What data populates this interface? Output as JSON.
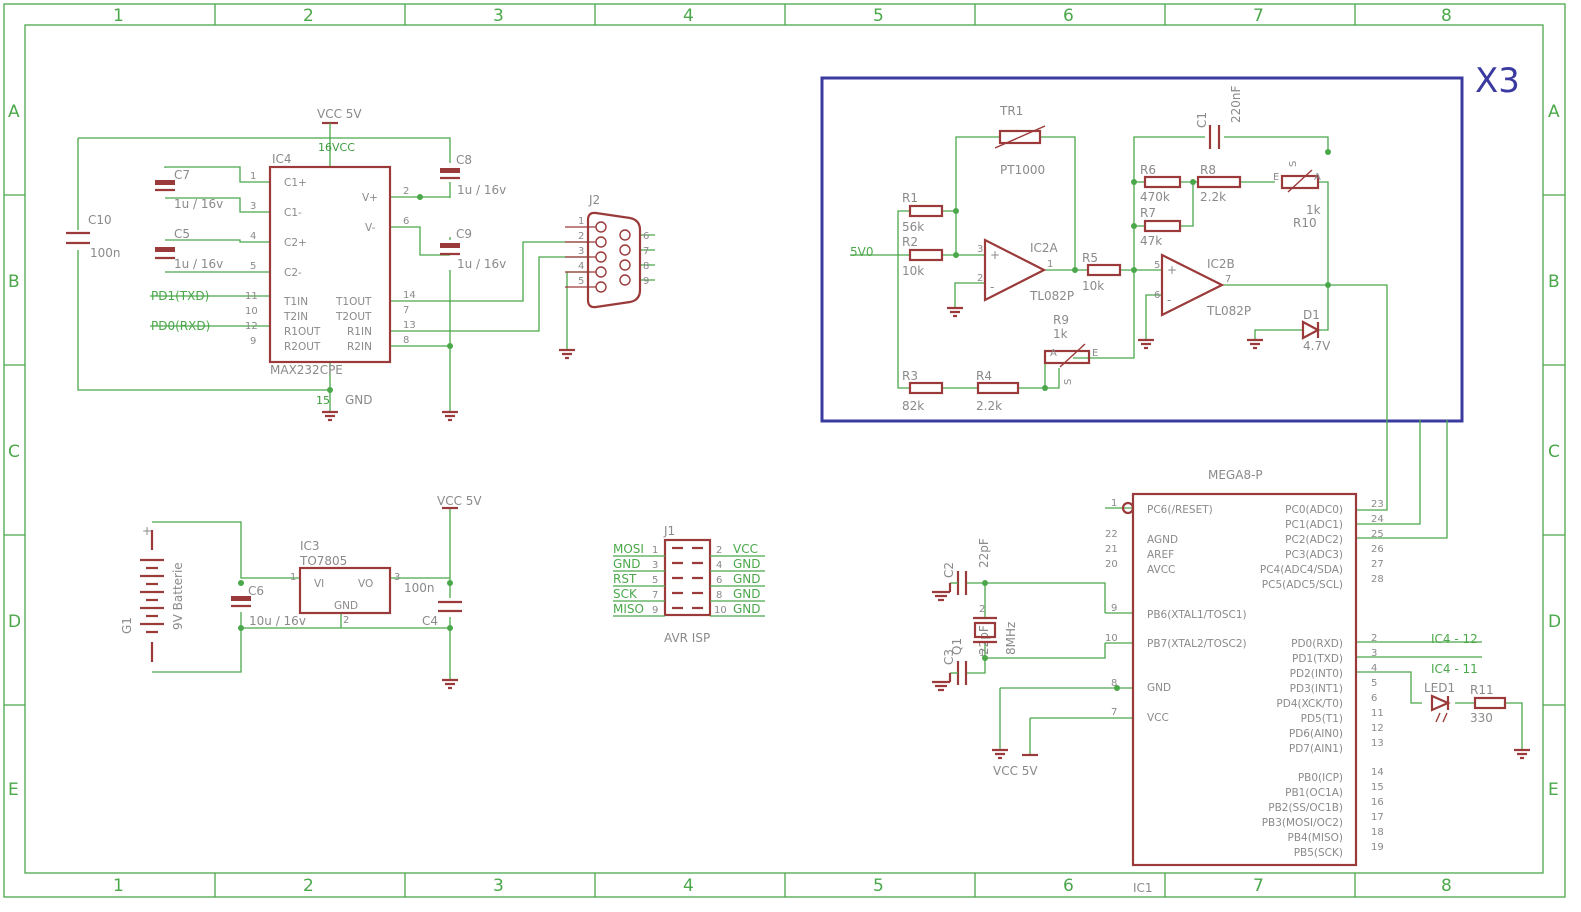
{
  "frame": {
    "columns": [
      "1",
      "2",
      "3",
      "4",
      "5",
      "6",
      "7",
      "8"
    ],
    "rows": [
      "A",
      "B",
      "C",
      "D",
      "E"
    ]
  },
  "labels": {
    "x3": "X3",
    "vcc_top": "VCC 5V",
    "vcc_pin16": "16VCC",
    "gnd_pin15": "15",
    "gnd_text": "GND",
    "vcc_ic3": "VCC 5V",
    "vcc_bottom": "VCC 5V",
    "v5v0": "5V0",
    "ic4_12": "IC4 - 12",
    "ic4_11": "IC4 - 11",
    "ic1_bottom": "IC1"
  },
  "ic4": {
    "name": "IC4",
    "value": "MAX232CPE",
    "left_pins": [
      {
        "num": "1",
        "label": "C1+"
      },
      {
        "num": "3",
        "label": "C1-"
      },
      {
        "num": "4",
        "label": "C2+"
      },
      {
        "num": "5",
        "label": "C2-"
      },
      {
        "num": "11",
        "label": "T1IN"
      },
      {
        "num": "10",
        "label": "T2IN"
      },
      {
        "num": "12",
        "label": "R1OUT"
      },
      {
        "num": "9",
        "label": "R2OUT"
      }
    ],
    "right_pins": [
      {
        "num": "2",
        "label": "V+"
      },
      {
        "num": "6",
        "label": "V-"
      },
      {
        "num": "14",
        "label": "T1OUT"
      },
      {
        "num": "7",
        "label": "T2OUT"
      },
      {
        "num": "13",
        "label": "R1IN"
      },
      {
        "num": "8",
        "label": "R2IN"
      }
    ],
    "net_txd": "PD1(TXD)",
    "net_rxd": "PD0(RXD)"
  },
  "caps_left": {
    "c7": {
      "name": "C7",
      "value": "1u / 16v"
    },
    "c5": {
      "name": "C5",
      "value": "1u / 16v"
    },
    "c8": {
      "name": "C8",
      "value": "1u / 16v"
    },
    "c9": {
      "name": "C9",
      "value": "1u / 16v"
    },
    "c10": {
      "name": "C10",
      "value": "100n"
    }
  },
  "j2": {
    "name": "J2",
    "pins_left": [
      "1",
      "2",
      "3",
      "4",
      "5"
    ],
    "pins_right": [
      "6",
      "7",
      "8",
      "9"
    ]
  },
  "power": {
    "g1": {
      "name": "G1",
      "value": "9V Batterie"
    },
    "c6": {
      "name": "C6",
      "value": "10u / 16v"
    },
    "ic3": {
      "name": "IC3",
      "value": "TO7805",
      "vi": "VI",
      "vo": "VO",
      "gnd": "GND",
      "p1": "1",
      "p2": "2",
      "p3": "3"
    },
    "c4": {
      "name": "C4",
      "value": "100n"
    }
  },
  "j1": {
    "name": "J1",
    "value": "AVR ISP",
    "left": [
      {
        "net": "MOSI",
        "num": "1"
      },
      {
        "net": "GND",
        "num": "3"
      },
      {
        "net": "RST",
        "num": "5"
      },
      {
        "net": "SCK",
        "num": "7"
      },
      {
        "net": "MISO",
        "num": "9"
      }
    ],
    "right": [
      {
        "num": "2",
        "net": "VCC"
      },
      {
        "num": "4",
        "net": "GND"
      },
      {
        "num": "6",
        "net": "GND"
      },
      {
        "num": "8",
        "net": "GND"
      },
      {
        "num": "10",
        "net": "GND"
      }
    ]
  },
  "analog": {
    "tr1": {
      "name": "TR1",
      "value": "PT1000"
    },
    "r1": {
      "name": "R1",
      "value": "56k"
    },
    "r2": {
      "name": "R2",
      "value": "10k"
    },
    "r3": {
      "name": "R3",
      "value": "82k"
    },
    "r4": {
      "name": "R4",
      "value": "2.2k"
    },
    "r5": {
      "name": "R5",
      "value": "10k"
    },
    "r6": {
      "name": "R6",
      "value": "470k"
    },
    "r7": {
      "name": "R7",
      "value": "47k"
    },
    "r8": {
      "name": "R8",
      "value": "2.2k"
    },
    "r9": {
      "name": "R9",
      "value": "1k"
    },
    "r10": {
      "name": "R10",
      "value": "1k"
    },
    "c1": {
      "name": "C1",
      "value": "220nF"
    },
    "d1": {
      "name": "D1",
      "value": "4.7V"
    },
    "ic2a": {
      "name": "IC2A",
      "value": "TL082P",
      "p3": "3",
      "p2": "2",
      "p1": "1"
    },
    "ic2b": {
      "name": "IC2B",
      "value": "TL082P",
      "p5": "5",
      "p6": "6",
      "p7": "7"
    },
    "pot_a": "A",
    "pot_e": "E",
    "pot_s": "S"
  },
  "mcu": {
    "name": "MEGA8-P",
    "left_pins": [
      {
        "num": "1",
        "label": "PC6(/RESET)"
      },
      {
        "num": "22",
        "label": "AGND"
      },
      {
        "num": "21",
        "label": "AREF"
      },
      {
        "num": "20",
        "label": "AVCC"
      },
      {
        "num": "9",
        "label": "PB6(XTAL1/TOSC1)"
      },
      {
        "num": "10",
        "label": "PB7(XTAL2/TOSC2)"
      },
      {
        "num": "8",
        "label": "GND"
      },
      {
        "num": "7",
        "label": "VCC"
      }
    ],
    "right_pins": [
      {
        "num": "23",
        "label": "PC0(ADC0)"
      },
      {
        "num": "24",
        "label": "PC1(ADC1)"
      },
      {
        "num": "25",
        "label": "PC2(ADC2)"
      },
      {
        "num": "26",
        "label": "PC3(ADC3)"
      },
      {
        "num": "27",
        "label": "PC4(ADC4/SDA)"
      },
      {
        "num": "28",
        "label": "PC5(ADC5/SCL)"
      },
      {
        "num": "2",
        "label": "PD0(RXD)"
      },
      {
        "num": "3",
        "label": "PD1(TXD)"
      },
      {
        "num": "4",
        "label": "PD2(INT0)"
      },
      {
        "num": "5",
        "label": "PD3(INT1)"
      },
      {
        "num": "6",
        "label": "PD4(XCK/T0)"
      },
      {
        "num": "11",
        "label": "PD5(T1)"
      },
      {
        "num": "12",
        "label": "PD6(AIN0)"
      },
      {
        "num": "13",
        "label": "PD7(AIN1)"
      },
      {
        "num": "14",
        "label": "PB0(ICP)"
      },
      {
        "num": "15",
        "label": "PB1(OC1A)"
      },
      {
        "num": "16",
        "label": "PB2(SS/OC1B)"
      },
      {
        "num": "17",
        "label": "PB3(MOSI/OC2)"
      },
      {
        "num": "18",
        "label": "PB4(MISO)"
      },
      {
        "num": "19",
        "label": "PB5(SCK)"
      }
    ]
  },
  "crystal": {
    "c2": {
      "name": "C2",
      "value": "22pF"
    },
    "c3": {
      "name": "C3",
      "value": "22pF"
    },
    "q1": {
      "name": "Q1",
      "value": "8MHz",
      "p1": "1",
      "p2": "2"
    }
  },
  "led": {
    "led1": {
      "name": "LED1"
    },
    "r11": {
      "name": "R11",
      "value": "330"
    }
  },
  "colors": {
    "wire": "#4aa84a",
    "symbol": "#9b3a3a",
    "text": "#8a8a8a",
    "frame_box": "#3a3aa0"
  }
}
